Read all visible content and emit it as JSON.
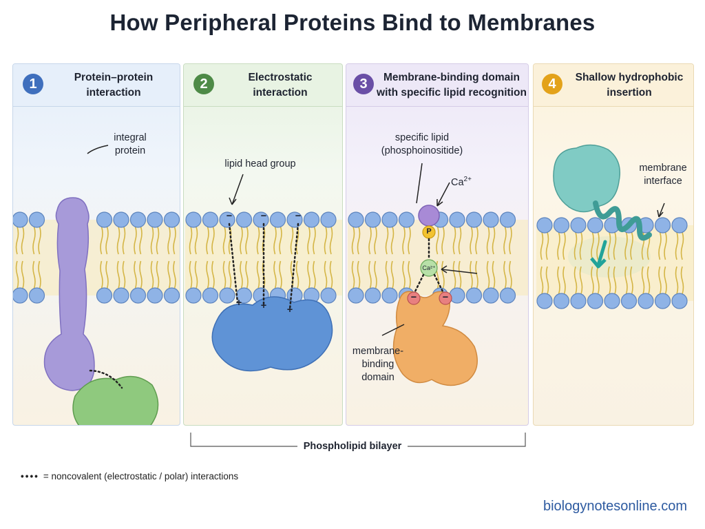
{
  "title": "How Peripheral Proteins Bind to Membranes",
  "panels": [
    {
      "number": "1",
      "title_line1": "Protein–protein",
      "title_line2": "interaction",
      "labels": {
        "integral_1": "integral",
        "integral_2": "protein"
      }
    },
    {
      "number": "2",
      "title_line1": "Electrostatic",
      "title_line2": "interaction",
      "labels": {
        "head_group": "lipid head group",
        "minus": "−",
        "plus": "+"
      }
    },
    {
      "number": "3",
      "title_line1": "Membrane-binding domain",
      "title_line2": "with specific lipid recognition",
      "labels": {
        "specific_1": "specific lipid",
        "specific_2": "(phosphoinositide)",
        "ca": "Ca",
        "ca_sup": "2+",
        "p": "P",
        "ca_inner": "Ca²⁺",
        "minus": "−",
        "mbd_1": "membrane-",
        "mbd_2": "binding",
        "mbd_3": "domain"
      }
    },
    {
      "number": "4",
      "title_line1": "Shallow hydrophobic",
      "title_line2": "insertion",
      "labels": {
        "iface_1": "membrane",
        "iface_2": "interface"
      }
    }
  ],
  "footer": {
    "bilayer_label": "Phospholipid bilayer",
    "legend_dots": "••••",
    "legend_text": "= noncovalent (electrostatic / polar) interactions",
    "brand": "biologynotesonline.com"
  },
  "colors": {
    "panel1": "#3f6fbd",
    "panel2": "#4e8a47",
    "panel3": "#6a4fa6",
    "panel4": "#e3a21a",
    "lipid_head": "#8fb3e6",
    "lipid_tail": "#d4b545"
  }
}
